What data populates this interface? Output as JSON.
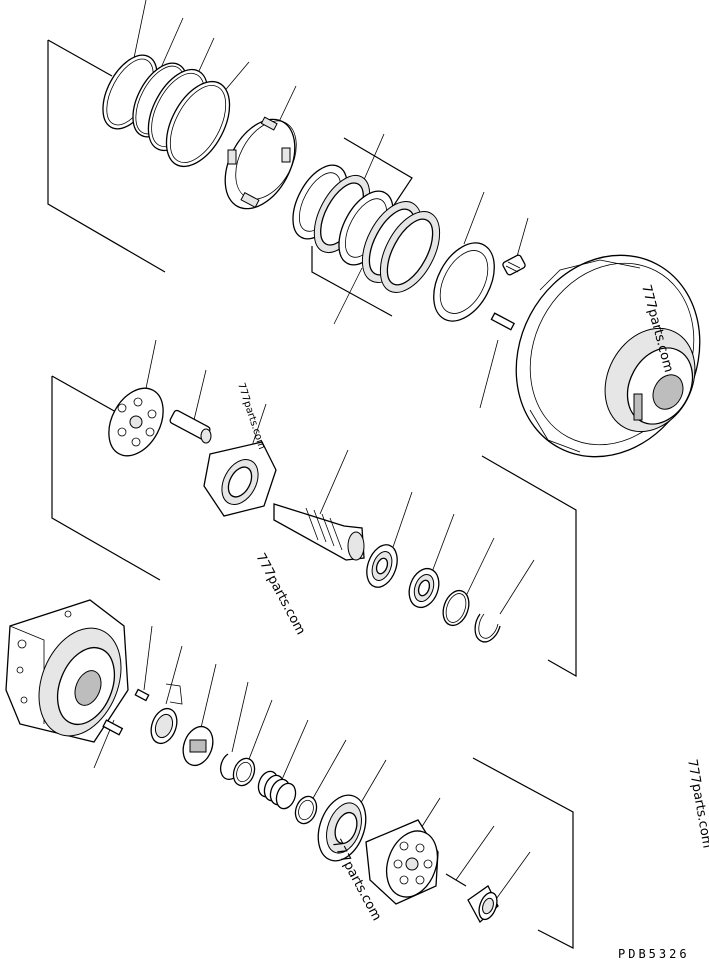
{
  "diagram": {
    "drawing_code": "PDB5326",
    "watermarks": [
      "777parts.com",
      "777parts.com",
      "777parts.com",
      "777parts.com",
      "777parts.com"
    ]
  }
}
